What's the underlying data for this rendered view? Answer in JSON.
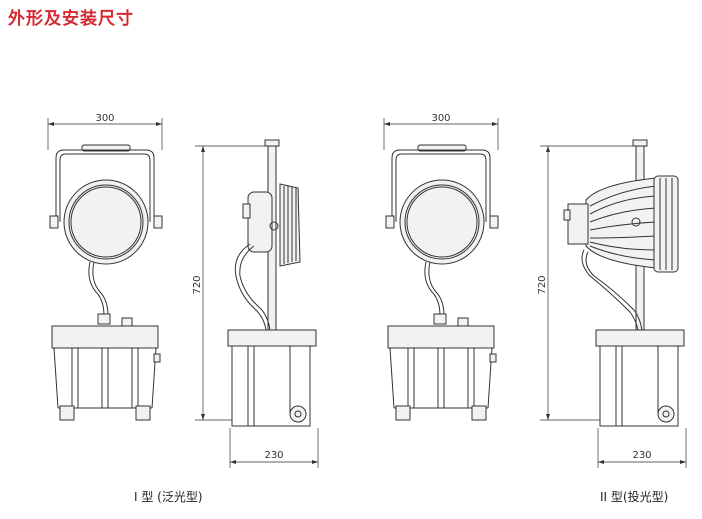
{
  "title": "外形及安装尺寸",
  "colors": {
    "title": "#d7282f",
    "line": "#333333",
    "fill": "#f2f2f2"
  },
  "dimensions": {
    "type1_front_width": "300",
    "type1_side_height": "720",
    "type1_side_base": "230",
    "type2_front_width": "300",
    "type2_side_height": "720",
    "type2_side_base": "230"
  },
  "captions": {
    "type1": "I 型 (泛光型)",
    "type2": "II 型(投光型)"
  }
}
